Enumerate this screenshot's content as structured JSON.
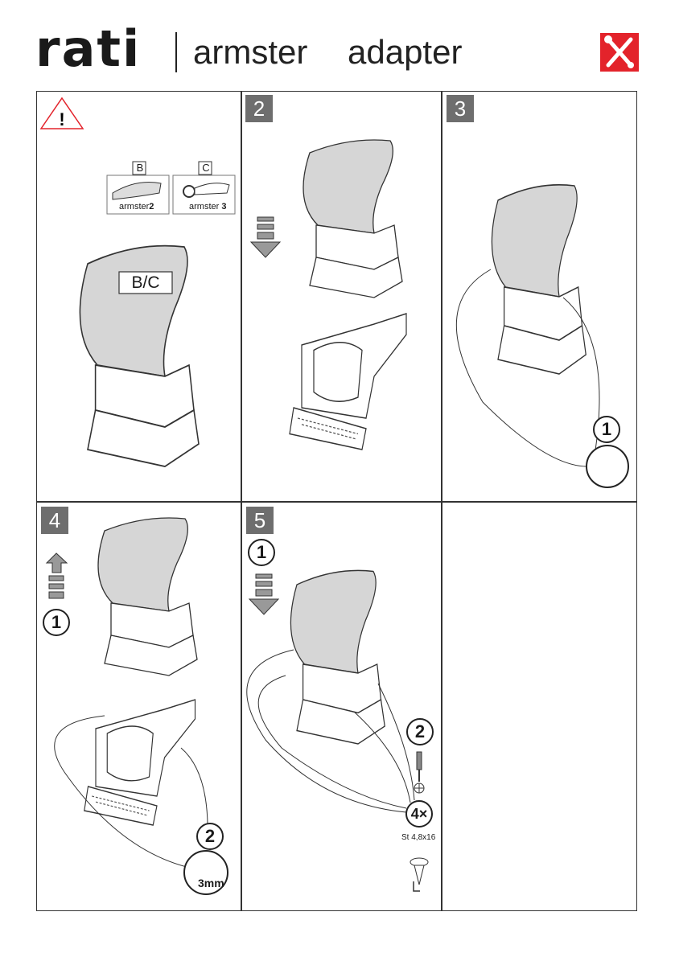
{
  "header": {
    "brand": "rati",
    "title_light": "armster",
    "title_bold": "adapter",
    "tools_icon": "wrench-screwdriver-icon",
    "accent": "#e3232b"
  },
  "panel1": {
    "warning_icon": "warning-triangle-icon",
    "variant_b_letter": "B",
    "variant_b_name": "armster",
    "variant_b_num": "2",
    "variant_c_letter": "C",
    "variant_c_name": "armster",
    "variant_c_num": "3",
    "pad_label": "B/C"
  },
  "panel2": {
    "step": "2"
  },
  "panel3": {
    "step": "3",
    "sub_step": "1"
  },
  "panel4": {
    "step": "4",
    "sub_step_1": "1",
    "sub_step_2": "2",
    "drill_size": "3mm"
  },
  "panel5": {
    "step": "5",
    "sub_step_1": "1",
    "sub_step_2": "2",
    "screw_count": "4×",
    "screw_spec": "St 4,8x16"
  }
}
